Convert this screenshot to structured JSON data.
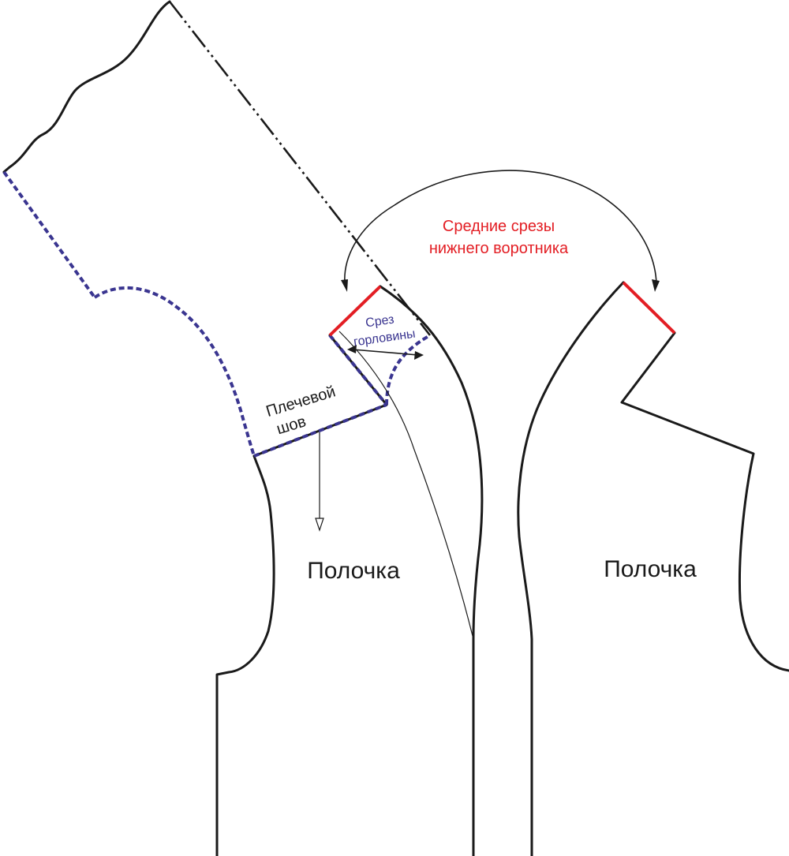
{
  "labels": {
    "left_piece": "Полочка",
    "right_piece": "Полочка",
    "shoulder_seam_line1": "Плечевой",
    "shoulder_seam_line2": "шов",
    "neckline_line1": "Срез",
    "neckline_line2": "горловины",
    "collar_note_line1": "Средние срезы",
    "collar_note_line2": "нижнего воротника"
  },
  "colors": {
    "outline": "#1a1a1a",
    "red_highlight": "#e31e24",
    "blue_dashed": "#3a3590",
    "blue_text": "#3a3590",
    "red_text": "#e31e24",
    "background": "#ffffff"
  }
}
